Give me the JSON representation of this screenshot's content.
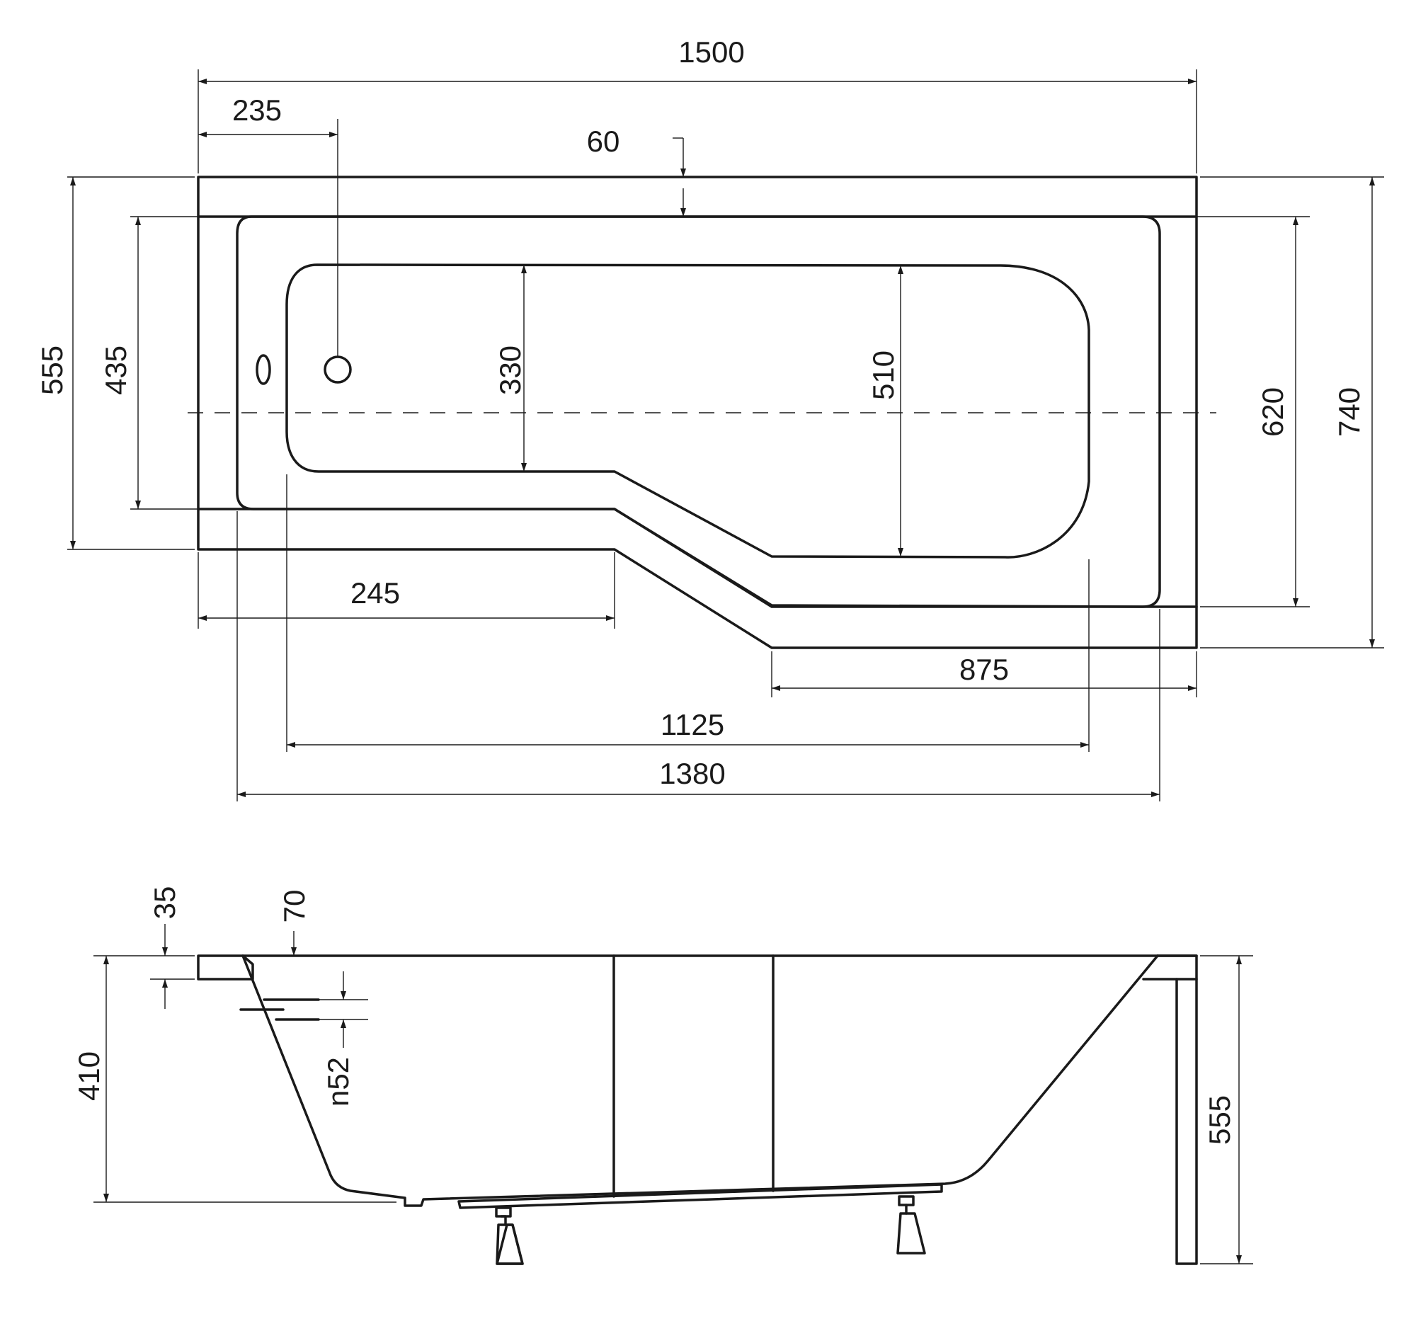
{
  "top_view": {
    "dimensions": {
      "total_length": "1500",
      "drain_offset": "235",
      "rim_width": "60",
      "narrow_width": "555",
      "narrow_inner_width": "435",
      "narrow_basin_width": "330",
      "wide_basin_width": "510",
      "wide_inner_width": "620",
      "total_width": "740",
      "narrow_section_length": "245",
      "wide_section_length": "875",
      "basin_length": "1125",
      "inner_length": "1380"
    }
  },
  "side_view": {
    "dimensions": {
      "rim_thickness": "35",
      "overflow_offset": "70",
      "depth": "410",
      "overflow_diameter": "n52",
      "total_height": "555"
    }
  }
}
